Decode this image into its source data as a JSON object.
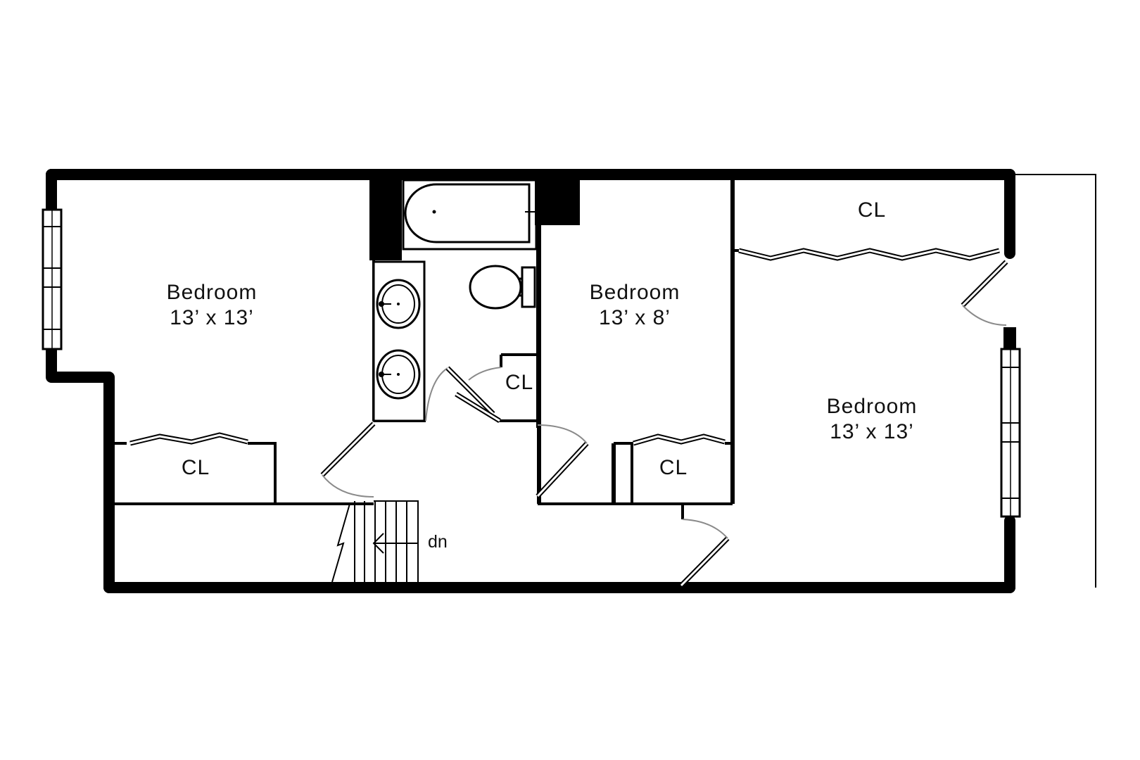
{
  "colors": {
    "wall": "#000000",
    "thin_line": "#000000",
    "door_swing": "#8a8a8a",
    "background": "#ffffff"
  },
  "rooms": {
    "bedroom_left": {
      "name": "Bedroom",
      "size": "13’ x 13’"
    },
    "bedroom_middle": {
      "name": "Bedroom",
      "size": "13’ x 8’"
    },
    "bedroom_right": {
      "name": "Bedroom",
      "size": "13’ x 13’"
    }
  },
  "closets": {
    "left": "CL",
    "bath": "CL",
    "middle": "CL",
    "right_top": "CL"
  },
  "stairs": {
    "label": "dn"
  }
}
